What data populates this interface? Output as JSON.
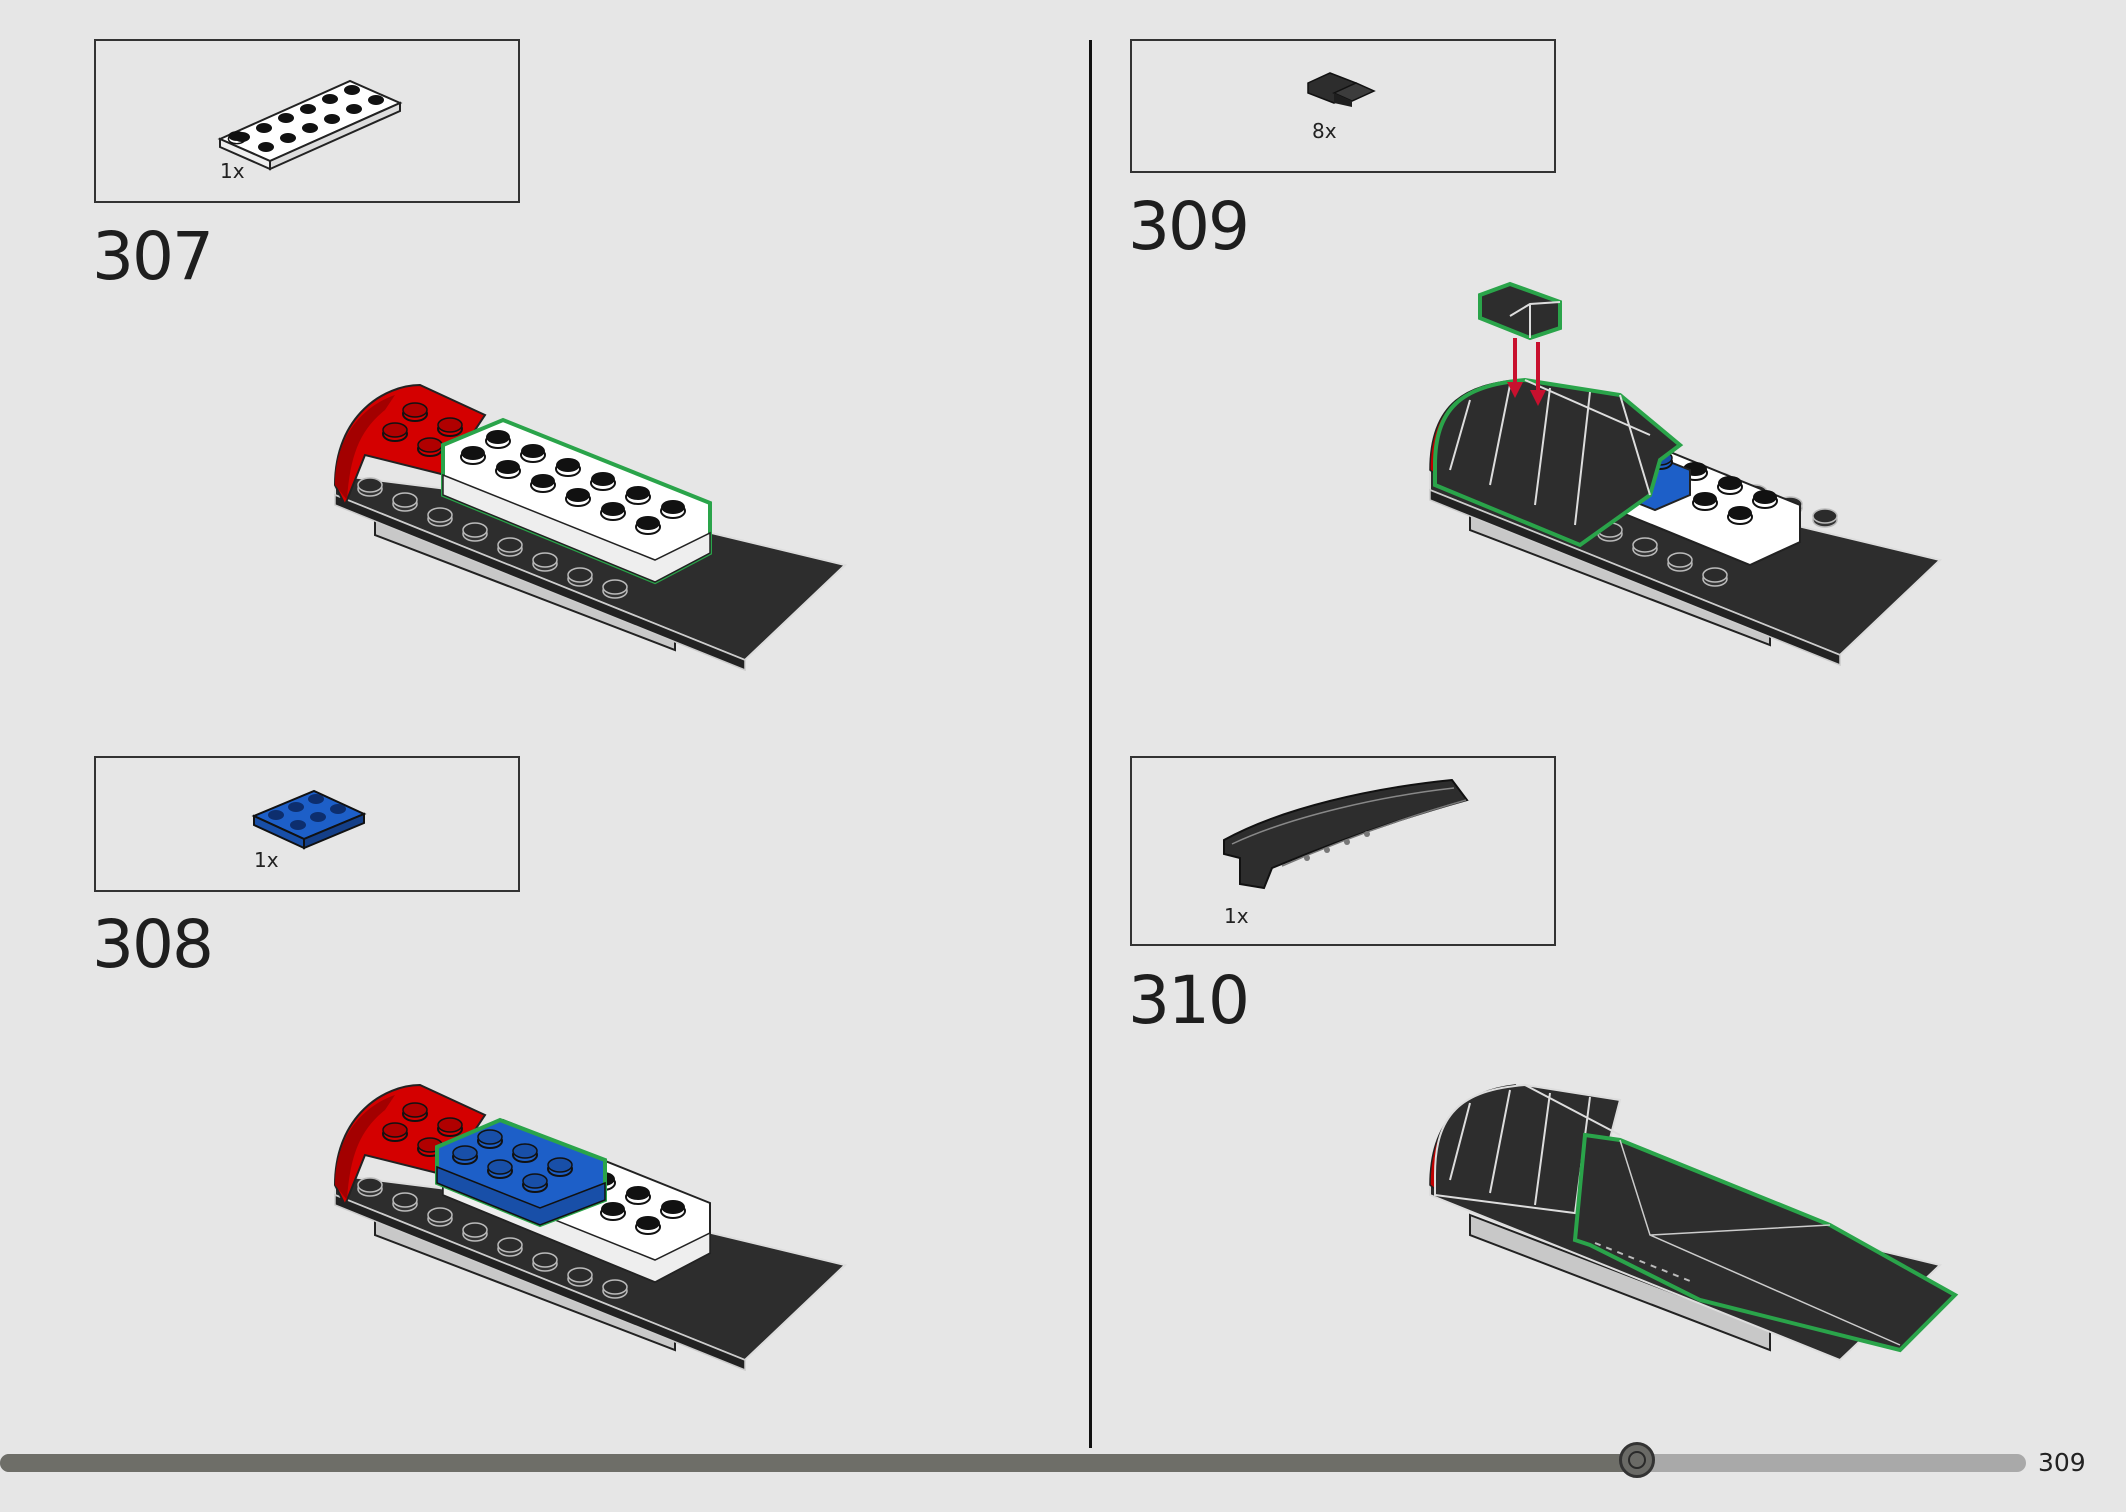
{
  "steps": [
    {
      "number": "307",
      "parts": [
        {
          "quantity": "1x",
          "part": "white 2x6 plate"
        }
      ]
    },
    {
      "number": "308",
      "parts": [
        {
          "quantity": "1x",
          "part": "blue 2x3 plate"
        }
      ]
    },
    {
      "number": "309",
      "parts": [
        {
          "quantity": "8x",
          "part": "black curved slope"
        }
      ]
    },
    {
      "number": "310",
      "parts": [
        {
          "quantity": "1x",
          "part": "black wedge curved slope"
        }
      ]
    }
  ],
  "navigation": {
    "page_number": "309",
    "progress_fraction": 0.808
  },
  "colors": {
    "background": "#e6e6e6",
    "brick_red": "#d40000",
    "brick_blue": "#1d5fc8",
    "brick_white": "#ffffff",
    "brick_black": "#2d2d2d",
    "highlight_green": "#2aa44a",
    "arrow_red": "#c8102e"
  }
}
